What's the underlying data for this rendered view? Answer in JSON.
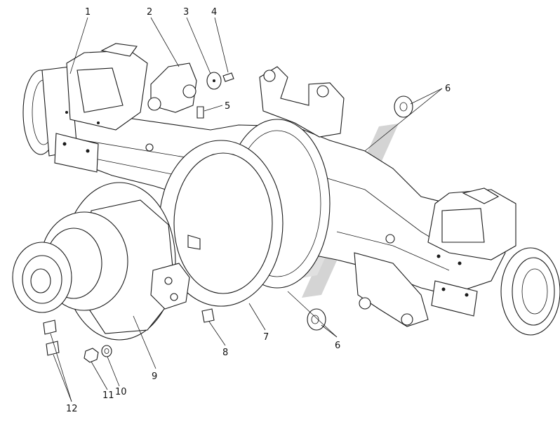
{
  "callouts": {
    "c1": "1",
    "c2": "2",
    "c3": "3",
    "c4": "4",
    "c5": "5",
    "c6a": "6",
    "c6b": "6",
    "c7": "7",
    "c8": "8",
    "c9": "9",
    "c10": "10",
    "c11": "11",
    "c12": "12"
  },
  "colors": {
    "line": "#1a1a1a",
    "watermark": "#d4d4d4",
    "background": "#ffffff"
  }
}
